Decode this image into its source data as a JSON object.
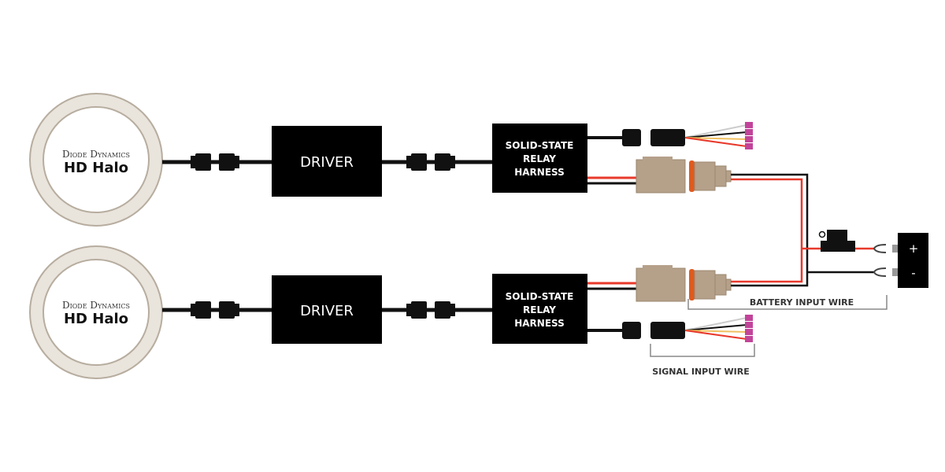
{
  "halos": [
    {
      "brand": "Diode Dynamics",
      "model": "HD Halo"
    },
    {
      "brand": "Diode Dynamics",
      "model": "HD Halo"
    }
  ],
  "drivers": [
    {
      "label": "DRIVER"
    },
    {
      "label": "DRIVER"
    }
  ],
  "relays": [
    {
      "line1": "SOLID-STATE",
      "line2": "RELAY",
      "line3": "HARNESS"
    },
    {
      "line1": "SOLID-STATE",
      "line2": "RELAY",
      "line3": "HARNESS"
    }
  ],
  "battery": {
    "plus": "+",
    "minus": "-"
  },
  "labels": {
    "battery_input": "BATTERY INPUT WIRE",
    "signal_input": "SIGNAL INPUT WIRE"
  },
  "colors": {
    "wire_black": "#111111",
    "wire_red": "#e8392b",
    "connector_beige": "#b5a08a",
    "seal_orange": "#e05a1e",
    "terminal_pink": "#c2449a",
    "ring": "#e9e4dc",
    "bracket": "#888888"
  }
}
